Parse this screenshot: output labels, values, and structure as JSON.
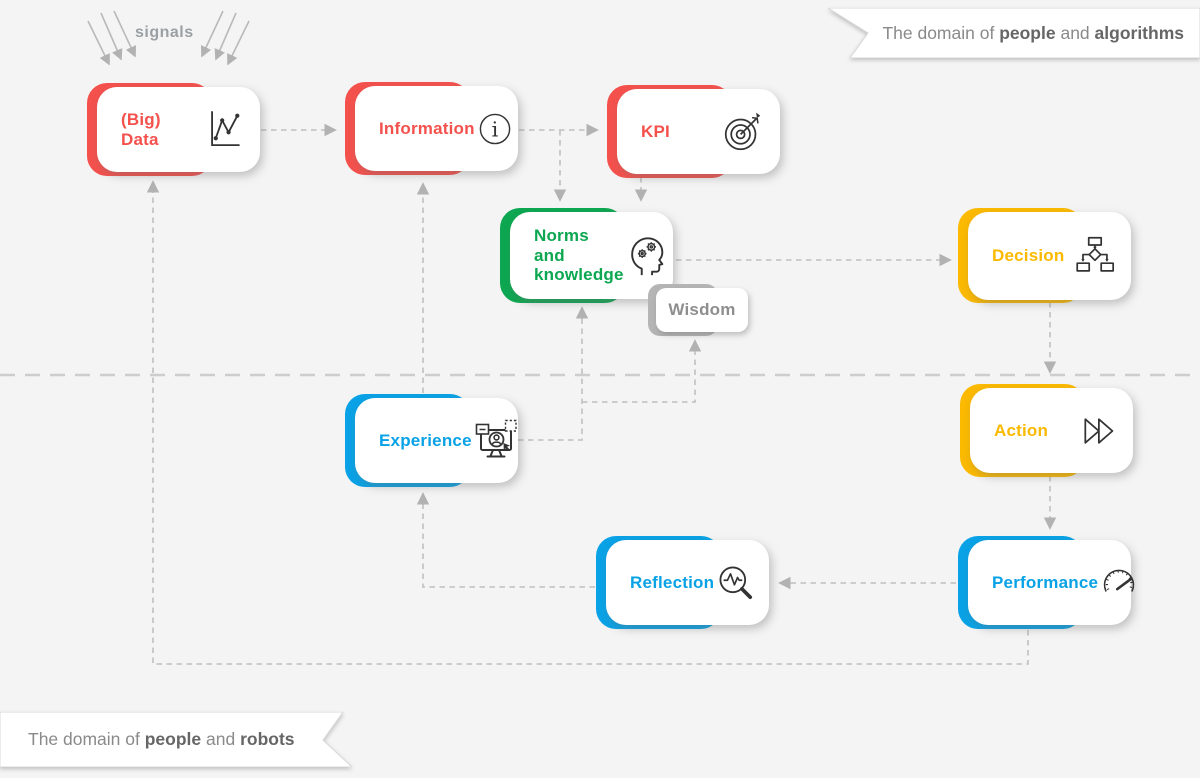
{
  "title": "DIKW decision loop diagram",
  "signals_label": "signals",
  "banners": {
    "top": {
      "prefix": "The domain of ",
      "emphasis1": "people",
      "conjunction": " and ",
      "emphasis2": "algorithms"
    },
    "bottom": {
      "prefix": "The domain of ",
      "emphasis1": "people",
      "conjunction": " and ",
      "emphasis2": "robots"
    }
  },
  "nodes": {
    "bigdata": {
      "label": "(Big) Data",
      "icon": "line-chart-icon",
      "color": "#F4514D"
    },
    "information": {
      "label": "Information",
      "icon": "info-circle-icon",
      "color": "#F4514D"
    },
    "kpi": {
      "label": "KPI",
      "icon": "target-dart-icon",
      "color": "#F4514D"
    },
    "norms": {
      "label": "Norms and knowledge",
      "icon": "head-gears-icon",
      "color": "#0CA750"
    },
    "wisdom": {
      "label": "Wisdom",
      "icon": "",
      "color": "#B5B5B5"
    },
    "decision": {
      "label": "Decision",
      "icon": "flowchart-icon",
      "color": "#FBB900"
    },
    "action": {
      "label": "Action",
      "icon": "fast-forward-icon",
      "color": "#FBB900"
    },
    "experience": {
      "label": "Experience",
      "icon": "monitor-user-icon",
      "color": "#09A2E6"
    },
    "reflection": {
      "label": "Reflection",
      "icon": "magnifier-pulse-icon",
      "color": "#09A2E6"
    },
    "performance": {
      "label": "Performance",
      "icon": "gauge-icon",
      "color": "#09A2E6"
    }
  },
  "connections": [
    "bigdata->information",
    "information->kpi",
    "information->norms",
    "kpi->norms",
    "norms->decision",
    "decision->action",
    "action->performance",
    "performance->reflection",
    "reflection->experience",
    "experience->information",
    "experience->norms",
    "experience->wisdom",
    "performance->bigdata",
    "signals->bigdata"
  ],
  "colors": {
    "background": "#f4f4f5",
    "connector": "#c6c6c6",
    "divider": "#cdcdcd",
    "icon_stroke": "#333333",
    "wisdom_text": "#8E8E8E",
    "banner_text": "#8a8a8a"
  }
}
